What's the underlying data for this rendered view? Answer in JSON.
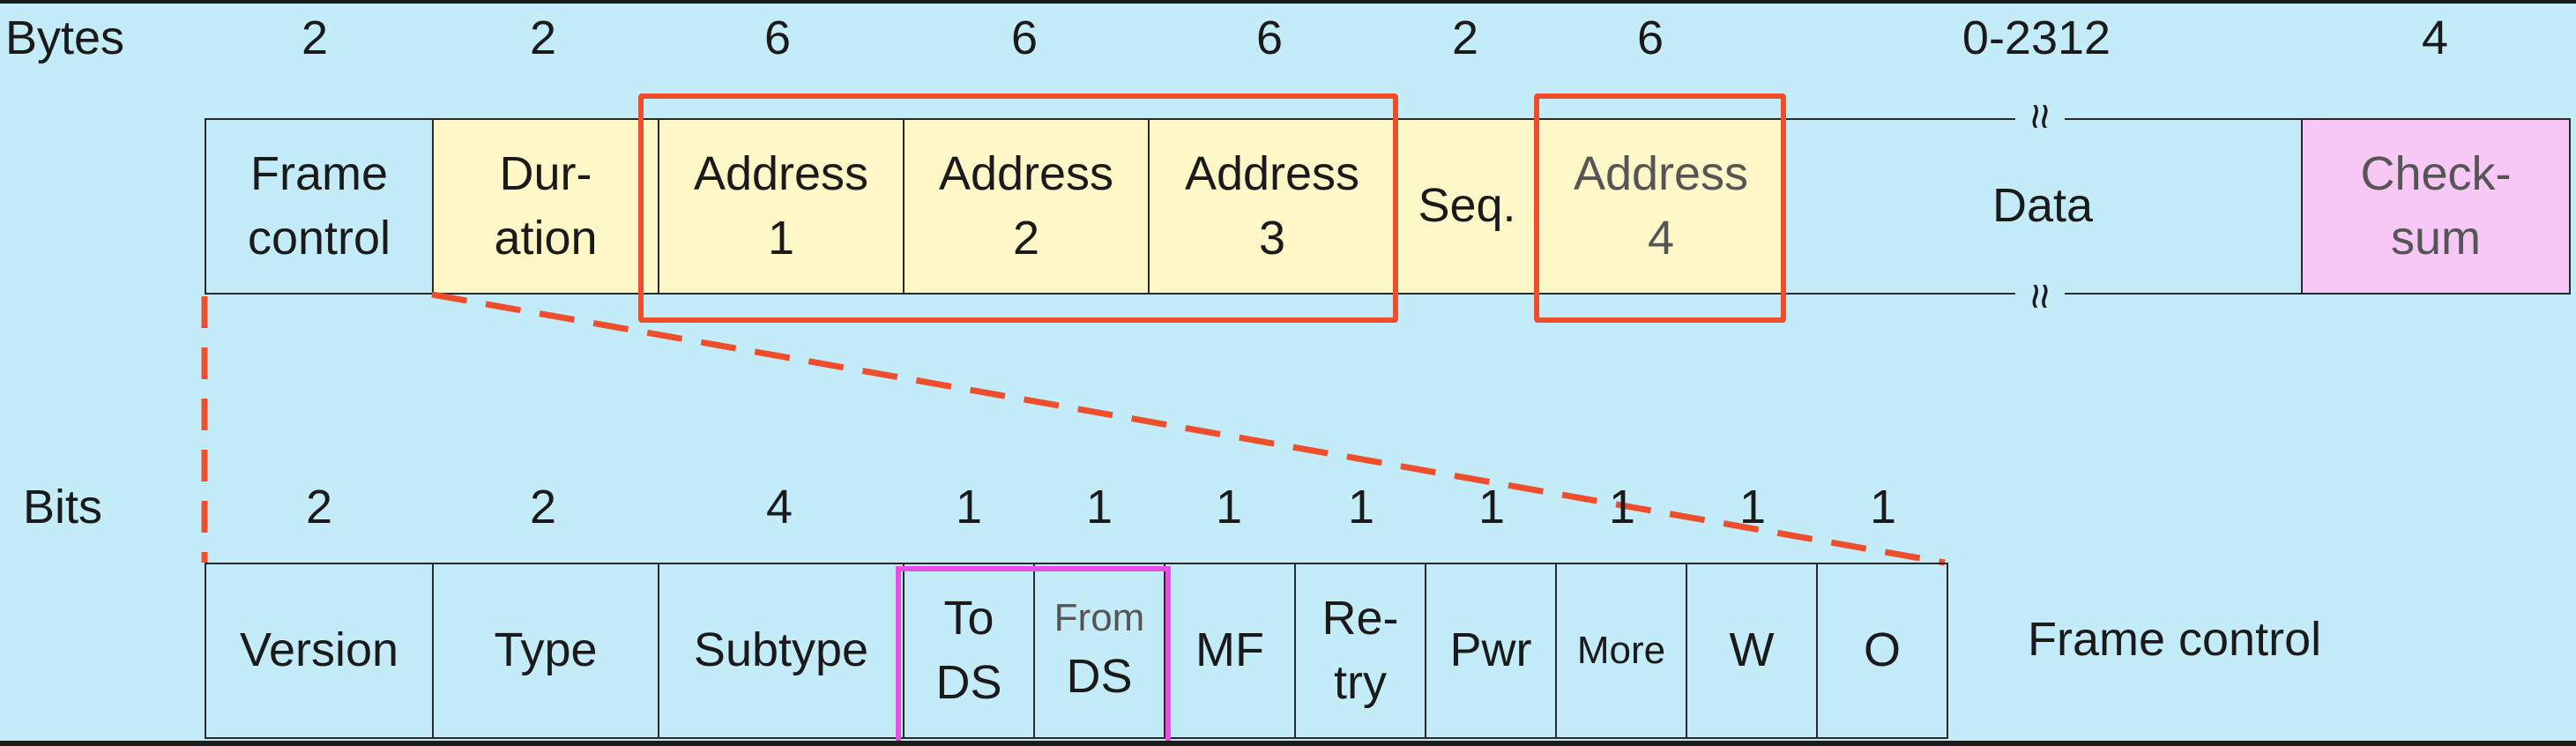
{
  "frame": {
    "row_label": "Bytes",
    "sizes": [
      "2",
      "2",
      "6",
      "6",
      "6",
      "2",
      "6",
      "0-2312",
      "4"
    ],
    "fields": [
      {
        "line1": "Frame",
        "line2": "control"
      },
      {
        "line1": "Dur-",
        "line2": "ation"
      },
      {
        "line1": "Address",
        "line2": "1"
      },
      {
        "line1": "Address",
        "line2": "2"
      },
      {
        "line1": "Address",
        "line2": "3"
      },
      {
        "line1": "Seq.",
        "line2": ""
      },
      {
        "line1": "Address",
        "line2": "4"
      },
      {
        "line1": "Data",
        "line2": ""
      },
      {
        "line1": "Check-",
        "line2": "sum"
      }
    ],
    "break_mark": "≈"
  },
  "control": {
    "row_label": "Bits",
    "sizes": [
      "2",
      "2",
      "4",
      "1",
      "1",
      "1",
      "1",
      "1",
      "1",
      "1",
      "1"
    ],
    "fields": [
      {
        "line1": "Version",
        "line2": ""
      },
      {
        "line1": "Type",
        "line2": ""
      },
      {
        "line1": "Subtype",
        "line2": ""
      },
      {
        "line1": "To",
        "line2": "DS"
      },
      {
        "line1": "From",
        "line2": "DS"
      },
      {
        "line1": "MF",
        "line2": ""
      },
      {
        "line1": "Re-",
        "line2": "try"
      },
      {
        "line1": "Pwr",
        "line2": ""
      },
      {
        "line1": "More",
        "line2": ""
      },
      {
        "line1": "W",
        "line2": ""
      },
      {
        "line1": "O",
        "line2": ""
      }
    ],
    "caption": "Frame control"
  },
  "colors": {
    "background": "#c4ecf8",
    "field_yellow": "#fdf6c7",
    "field_pink": "#f7c7f6",
    "highlight_red": "#ee4e2b",
    "highlight_magenta": "#e84fe3"
  }
}
